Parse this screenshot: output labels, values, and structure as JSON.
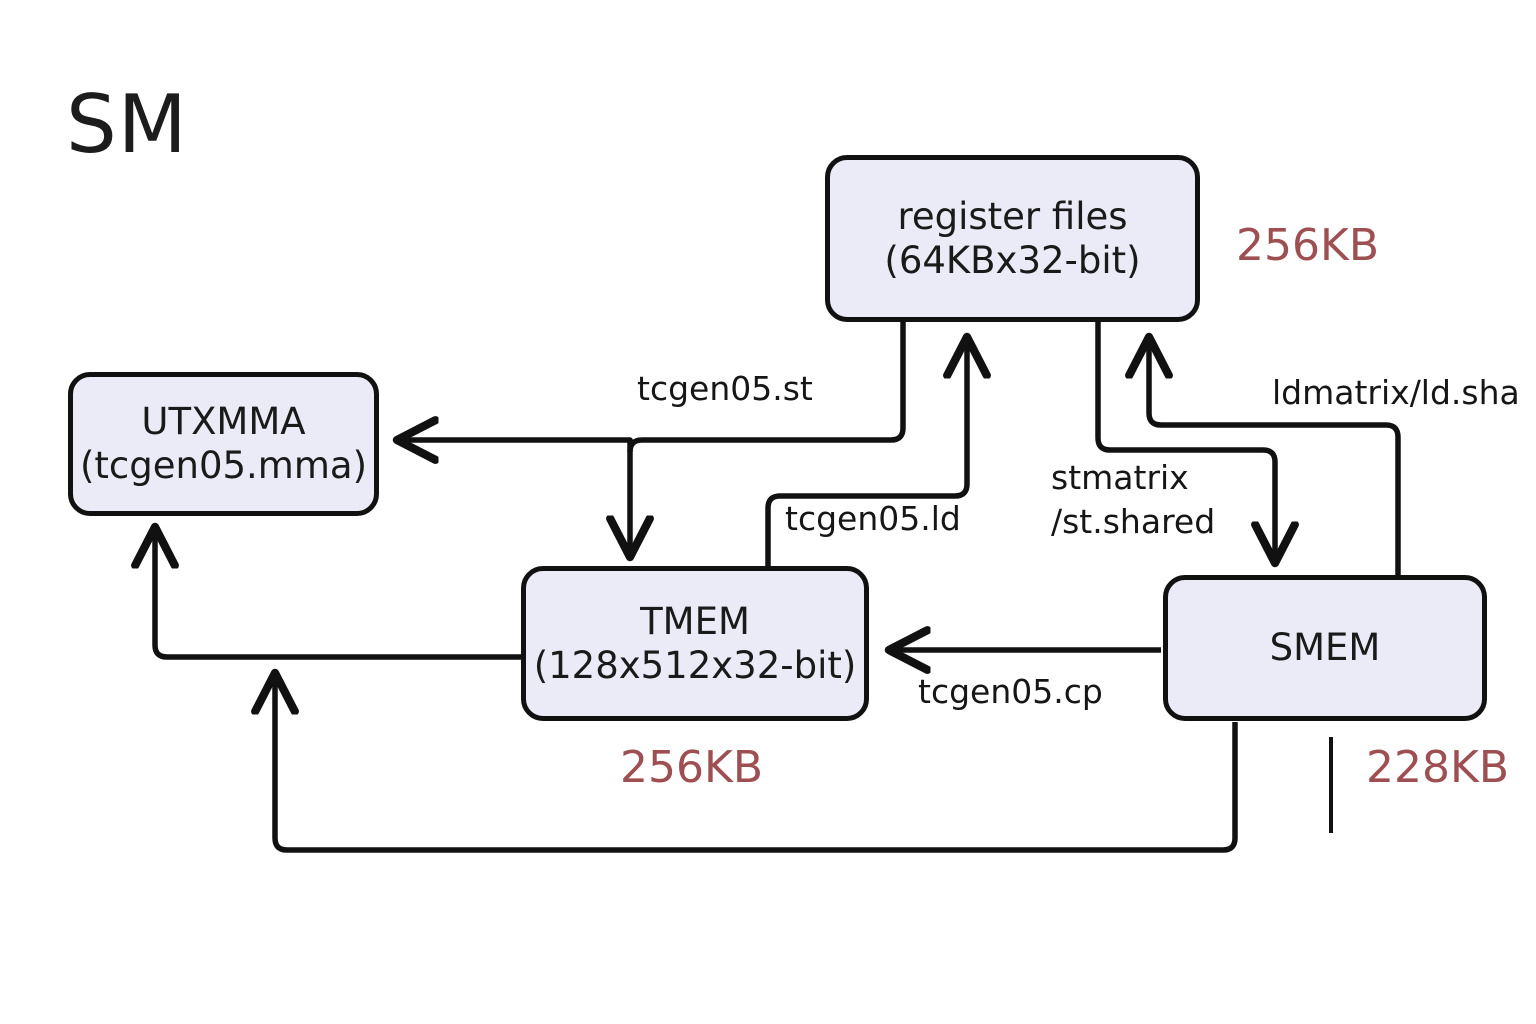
{
  "diagram": {
    "title": "SM",
    "type": "block-diagram",
    "background_color": "#ffffff",
    "node_fill_color": "#ebebf7",
    "node_border_color": "#111111",
    "capacity_label_color": "#9e4f52",
    "edge_color": "#111111",
    "nodes": [
      {
        "id": "register-files",
        "line1": "register files",
        "line2": "(64KBx32-bit)",
        "capacity": "256KB"
      },
      {
        "id": "utxmma",
        "line1": "UTXMMA",
        "line2": "(tcgen05.mma)",
        "capacity": ""
      },
      {
        "id": "tmem",
        "line1": "TMEM",
        "line2": "(128x512x32-bit)",
        "capacity": "256KB"
      },
      {
        "id": "smem",
        "line1": "SMEM",
        "line2": "",
        "capacity": "228KB"
      }
    ],
    "edge_labels": {
      "tcgen05_st": "tcgen05.st",
      "tcgen05_ld": "tcgen05.ld",
      "tcgen05_cp": "tcgen05.cp",
      "stmatrix_line1": "stmatrix",
      "stmatrix_line2": "/st.shared",
      "ldmatrix": "ldmatrix/ld.sha"
    },
    "edges": [
      {
        "from": "register-files",
        "to": "tmem",
        "label": "tcgen05.st"
      },
      {
        "from": "tmem",
        "to": "register-files",
        "label": "tcgen05.ld"
      },
      {
        "from": "register-files",
        "to": "smem",
        "label": "stmatrix/st.shared"
      },
      {
        "from": "smem",
        "to": "register-files",
        "label": "ldmatrix/ld.shared"
      },
      {
        "from": "smem",
        "to": "tmem",
        "label": "tcgen05.cp"
      },
      {
        "from": "tmem",
        "to": "utxmma",
        "label": ""
      },
      {
        "from": "smem",
        "to": "utxmma",
        "label": ""
      },
      {
        "from": "register-files",
        "to": "utxmma",
        "label": ""
      }
    ]
  }
}
